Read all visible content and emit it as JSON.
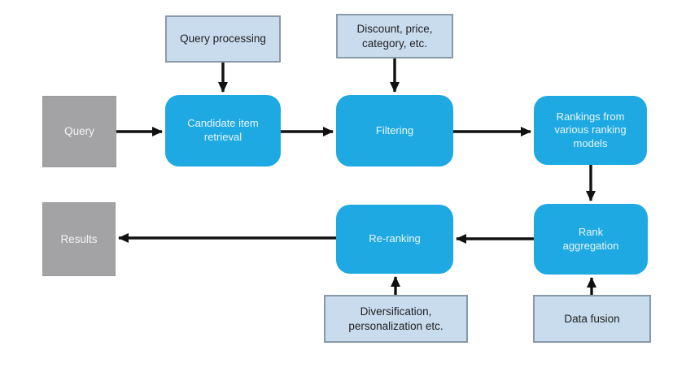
{
  "diagram": {
    "title": "Ranking pipeline flowchart",
    "colors": {
      "background": "#ffffff",
      "process_fill": "#1ea9e2",
      "process_text": "#eaf6fd",
      "input_fill": "#c9dcee",
      "input_border": "#8899a9",
      "input_text": "#1f1f1f",
      "terminal_fill": "#a3a3a5",
      "terminal_border": "#9b9b9d",
      "terminal_text": "#f4f4f4",
      "arrow": "#111111"
    },
    "nodes": {
      "query": {
        "label": "Query",
        "type": "terminal"
      },
      "query_processing": {
        "label": "Query processing",
        "type": "input"
      },
      "candidate_item_retrieval": {
        "label": "Candidate item retrieval",
        "type": "process"
      },
      "discount_price_category": {
        "label": "Discount, price, category, etc.",
        "type": "input"
      },
      "filtering": {
        "label": "Filtering",
        "type": "process"
      },
      "rankings_from_models": {
        "label": "Rankings from various ranking models",
        "type": "process"
      },
      "results": {
        "label": "Results",
        "type": "terminal"
      },
      "re_ranking": {
        "label": "Re-ranking",
        "type": "process"
      },
      "rank_aggregation": {
        "label": "Rank aggregation",
        "type": "process"
      },
      "diversification": {
        "label": "Diversification, personalization etc.",
        "type": "input"
      },
      "data_fusion": {
        "label": "Data fusion",
        "type": "input"
      }
    },
    "edges": [
      {
        "from": "query",
        "to": "candidate_item_retrieval"
      },
      {
        "from": "query_processing",
        "to": "candidate_item_retrieval"
      },
      {
        "from": "candidate_item_retrieval",
        "to": "filtering"
      },
      {
        "from": "discount_price_category",
        "to": "filtering"
      },
      {
        "from": "filtering",
        "to": "rankings_from_models"
      },
      {
        "from": "rankings_from_models",
        "to": "rank_aggregation"
      },
      {
        "from": "rank_aggregation",
        "to": "re_ranking"
      },
      {
        "from": "re_ranking",
        "to": "results"
      },
      {
        "from": "diversification",
        "to": "re_ranking"
      },
      {
        "from": "data_fusion",
        "to": "rank_aggregation"
      }
    ]
  }
}
